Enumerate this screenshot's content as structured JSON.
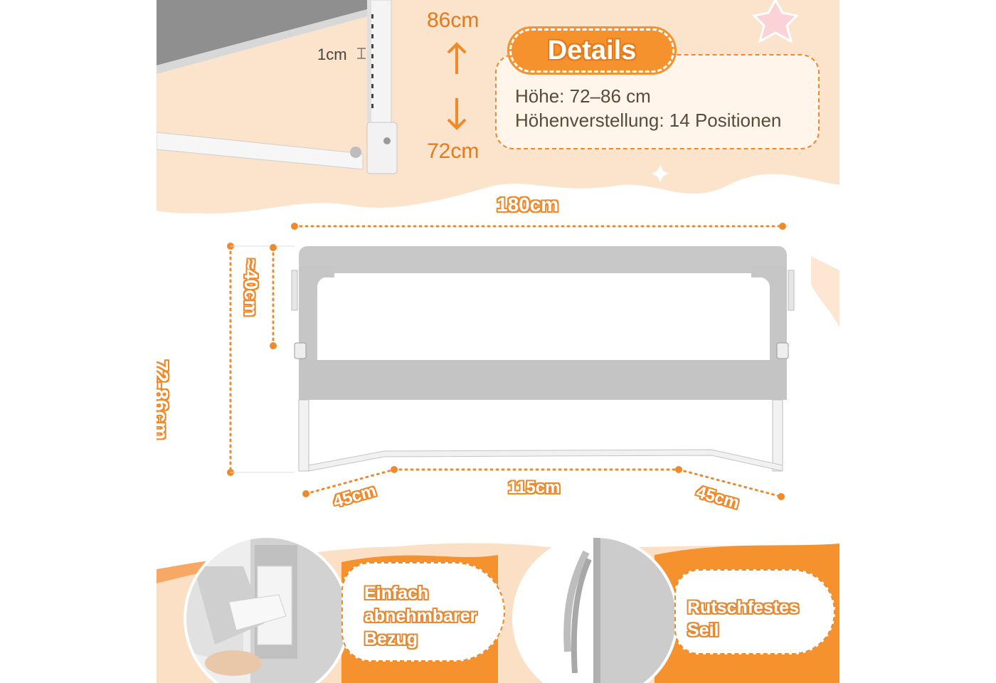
{
  "details": {
    "badge": "Details",
    "lines": [
      "Höhe: 72–86 cm",
      "Höhenverstellung: 14 Positionen"
    ]
  },
  "height_scale": {
    "top": "86cm",
    "bottom": "72cm",
    "step": "1cm"
  },
  "dimensions": {
    "width_total": "180cm",
    "height_range": "72-86cm",
    "mesh_height": "≈40cm",
    "leg_left": "45cm",
    "middle": "115cm",
    "leg_right": "45cm"
  },
  "features": [
    {
      "lines": [
        "Einfach",
        "abnehmbarer",
        "Bezug"
      ]
    },
    {
      "lines": [
        "Rutschfestes",
        "Seil"
      ]
    }
  ],
  "colors": {
    "accent": "#f0892a",
    "peach": "#fbe3cc",
    "rail_gray": "#c9c9c9",
    "text_dark": "#5a4a3a"
  }
}
